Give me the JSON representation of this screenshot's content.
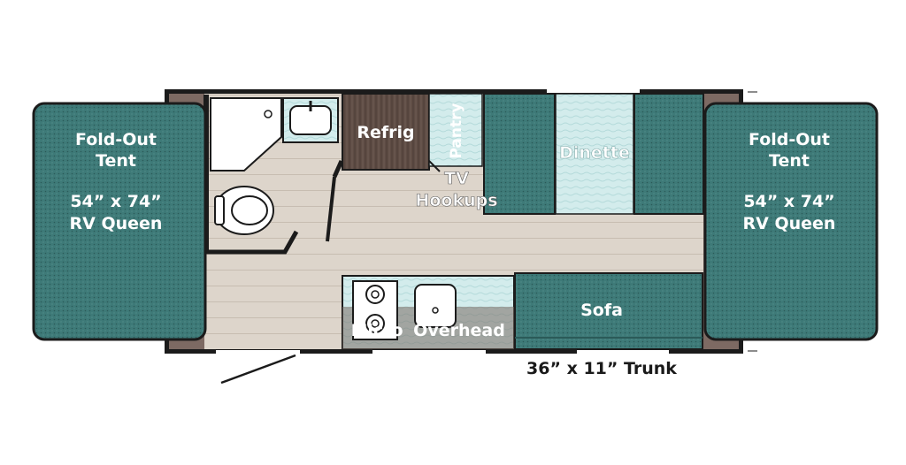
{
  "left_tent": {
    "title_line1": "Fold-Out",
    "title_line2": "Tent",
    "size": "54” x 74”",
    "bed": "RV Queen"
  },
  "right_tent": {
    "title_line1": "Fold-Out",
    "title_line2": "Tent",
    "size": "54” x 74”",
    "bed": "RV Queen"
  },
  "rooms": {
    "refrigerator": "Refrig",
    "pantry": "Pantry",
    "dinette": "Dinette",
    "tv_line1": "TV",
    "tv_line2": "Hookups",
    "sofa": "Sofa",
    "microwave": "Micro",
    "overhead": "Overhead"
  },
  "trunk": "36” x 11” Trunk",
  "colors": {
    "cushion": "#3e7a78",
    "cushion_light": "#d3ecec",
    "floor": "#ddd5cb",
    "wall": "#1b1b1b",
    "cabinet": "#5a4a42"
  }
}
